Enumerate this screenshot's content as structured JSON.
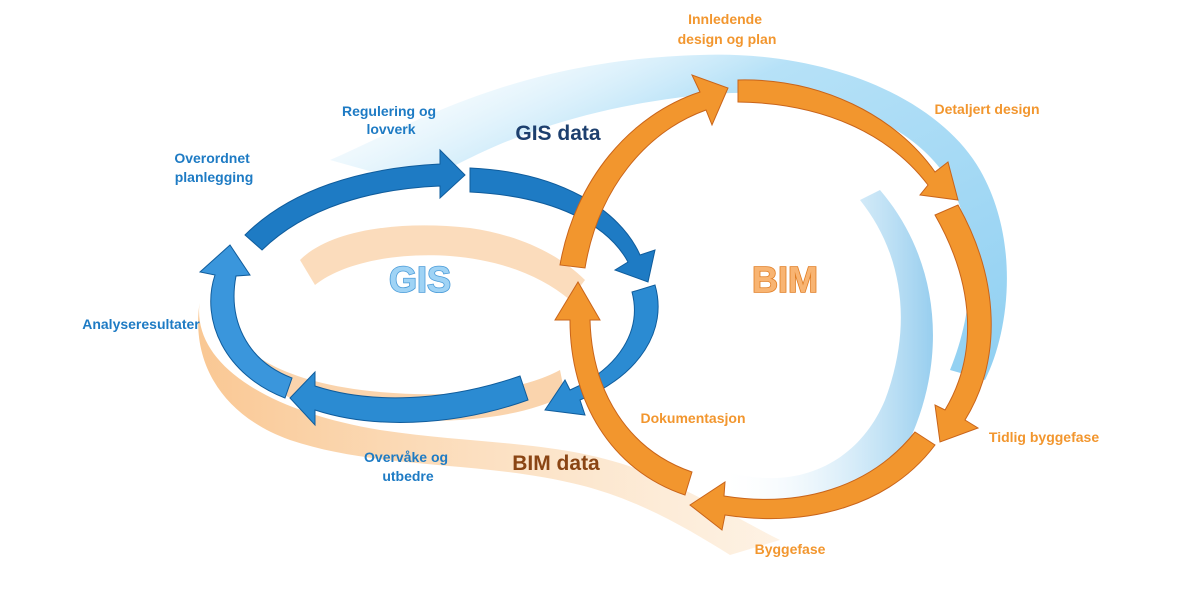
{
  "colors": {
    "gis_blue": "#1e7bc4",
    "gis_blue_light": "#5fb0ea",
    "gis_dark": "#1d3f6e",
    "bim_orange": "#f2962e",
    "bim_orange_dark": "#c9641a",
    "bim_brown": "#8a4514",
    "sky": "#9fd7f5"
  },
  "center_labels": {
    "gis": "GIS",
    "bim": "BIM"
  },
  "flow_labels": {
    "gis_data": "GIS data",
    "bim_data": "BIM data"
  },
  "gis_steps": {
    "regulering": [
      "Regulering og",
      "lovverk"
    ],
    "overordnet": [
      "Overordnet",
      "planlegging"
    ],
    "analyse": [
      "Analyseresultater"
    ],
    "overvake": [
      "Overvåke og",
      "utbedre"
    ]
  },
  "bim_steps": {
    "innledende": [
      "Innledende",
      "design og plan"
    ],
    "detaljert": [
      "Detaljert design"
    ],
    "tidlig": [
      "Tidlig byggefase"
    ],
    "byggefase": [
      "Byggefase"
    ],
    "dokumentasjon": [
      "Dokumentasjon"
    ]
  }
}
